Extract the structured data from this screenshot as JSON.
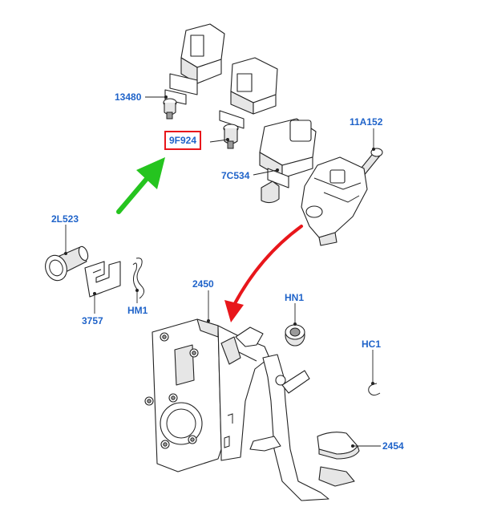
{
  "colors": {
    "label": "#1f63c9",
    "highlight_box": "#e8161b",
    "arrow_green": "#25c41f",
    "arrow_red": "#e8161b",
    "line": "#222222"
  },
  "callouts": {
    "c13480": "13480",
    "c9F924": "9F924",
    "c7C534": "7C534",
    "c11A152": "11A152",
    "c2L523": "2L523",
    "c3757": "3757",
    "cHM1": "HM1",
    "c2450": "2450",
    "cHN1": "HN1",
    "cHC1": "HC1",
    "c2454": "2454"
  }
}
